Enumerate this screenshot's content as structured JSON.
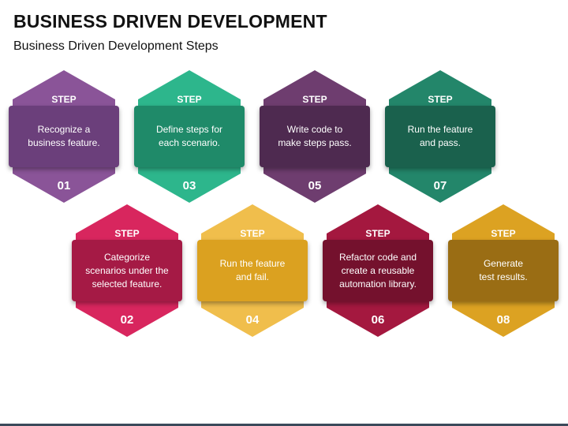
{
  "title": "BUSINESS DRIVEN DEVELOPMENT",
  "subtitle": "Business Driven Development Steps",
  "steps": [
    {
      "label": "STEP",
      "number": "01",
      "text": "Recognize a\nbusiness feature.",
      "hex_color": "#8a5498",
      "panel_color": "#6b3f7b"
    },
    {
      "label": "STEP",
      "number": "02",
      "text": "Categorize\nscenarios under the\nselected feature.",
      "hex_color": "#d8265e",
      "panel_color": "#a51a45"
    },
    {
      "label": "STEP",
      "number": "03",
      "text": "Define steps for\neach scenario.",
      "hex_color": "#2db68c",
      "panel_color": "#1f8a69"
    },
    {
      "label": "STEP",
      "number": "04",
      "text": "Run the feature\nand fail.",
      "hex_color": "#f0be4c",
      "panel_color": "#dba120"
    },
    {
      "label": "STEP",
      "number": "05",
      "text": "Write code to\nmake steps pass.",
      "hex_color": "#6e3d6f",
      "panel_color": "#4e2a50"
    },
    {
      "label": "STEP",
      "number": "06",
      "text": "Refactor code and\ncreate a reusable\nautomation library.",
      "hex_color": "#a4183f",
      "panel_color": "#74112d"
    },
    {
      "label": "STEP",
      "number": "07",
      "text": "Run the feature\nand pass.",
      "hex_color": "#23866a",
      "panel_color": "#1a614d"
    },
    {
      "label": "STEP",
      "number": "08",
      "text": "Generate\ntest results.",
      "hex_color": "#dca222",
      "panel_color": "#9a6d14"
    }
  ]
}
